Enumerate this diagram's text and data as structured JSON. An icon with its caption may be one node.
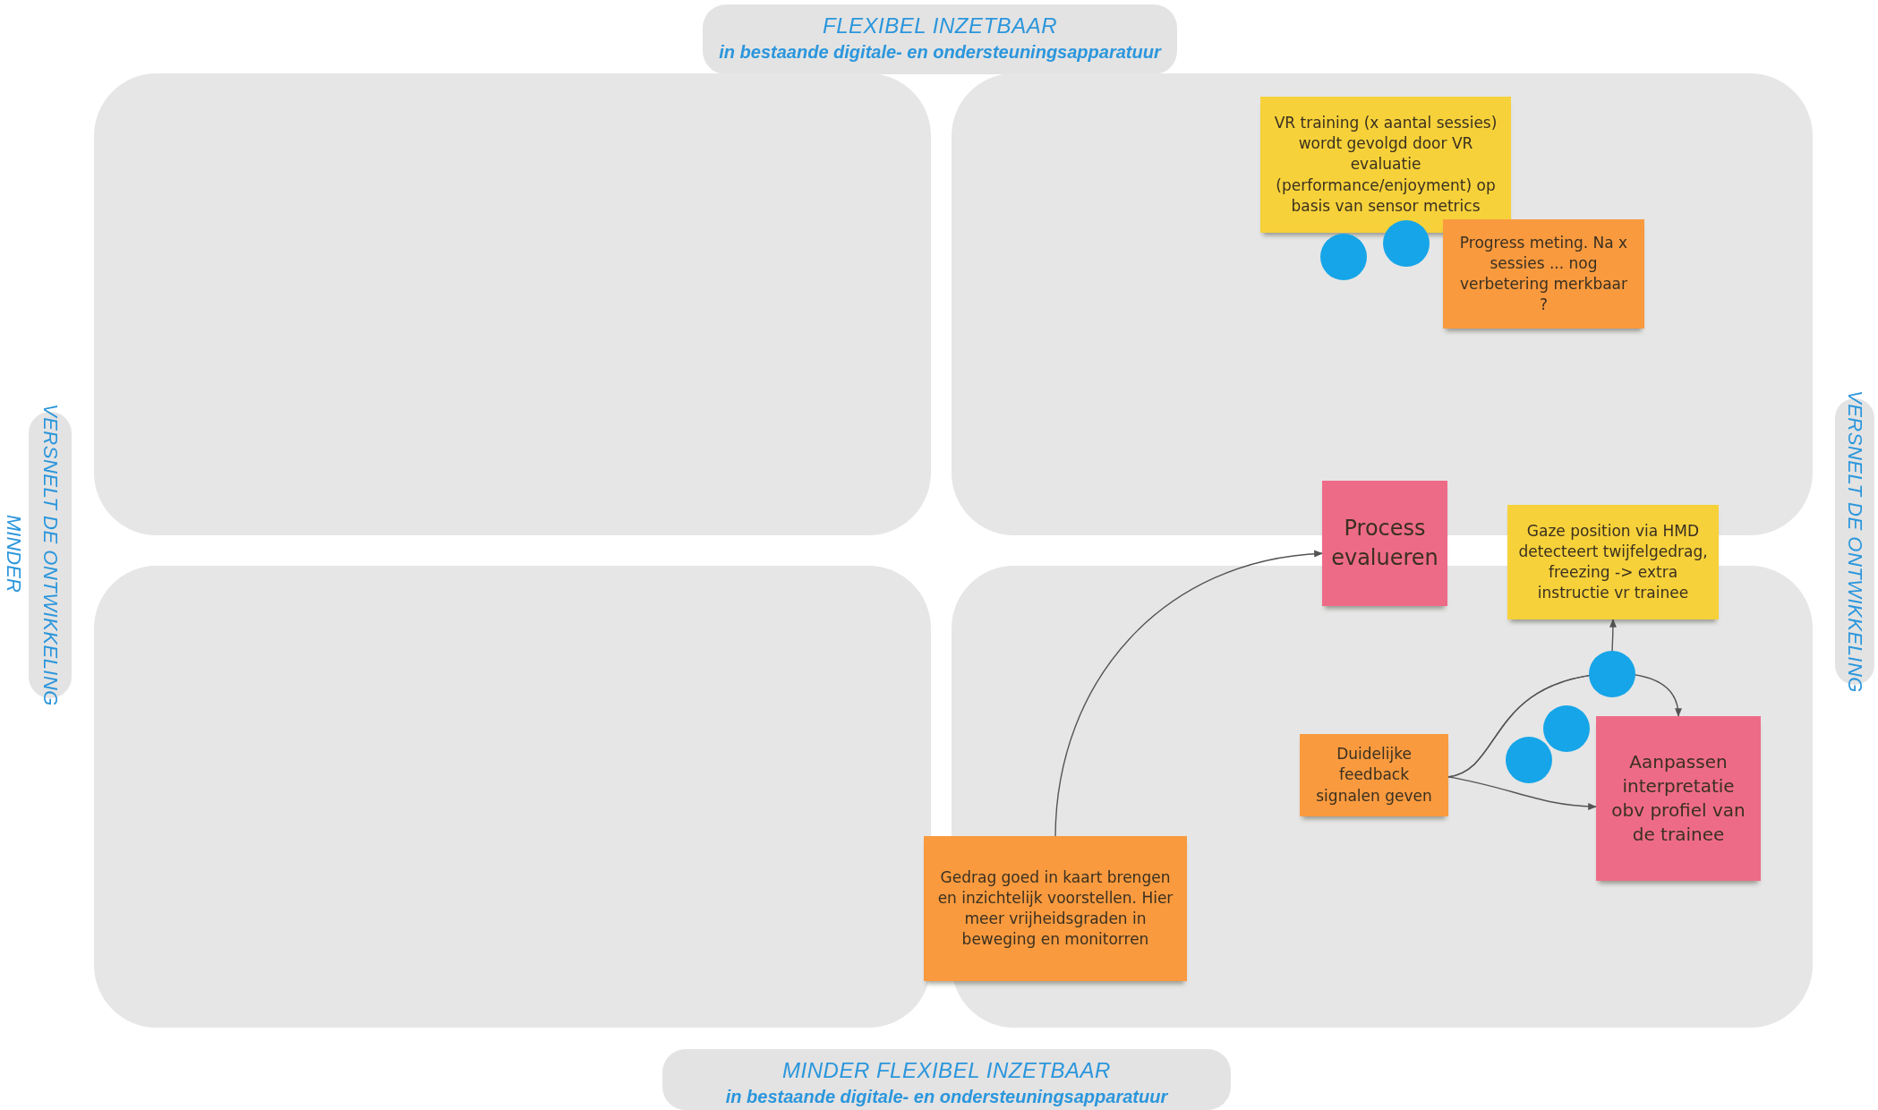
{
  "diagram": {
    "nodes": [
      {
        "text": [
          "FLEXIBEL INZETBAAR",
          "in bestaande digitale- en ondersteuningsapparatuur"
        ]
      },
      {
        "text": [
          "VERSNELT DE ONTWIKKELING"
        ],
        "beside": [
          "MINDER"
        ]
      },
      {
        "text": [
          "VERSNELT DE ONTWIKKELING"
        ]
      },
      {
        "text": [
          "MINDER FLEXIBEL INZETBAAR",
          "in bestaande digitale- en ondersteuningsapparatuur"
        ]
      },
      {
        "text": [],
        "shape": "box"
      },
      {
        "text": [],
        "shape": "box"
      },
      {
        "text": [],
        "shape": "box"
      },
      {
        "text": [],
        "shape": "box"
      },
      {
        "text": [
          "VR training (x aantal sessies) wordt gevolgd door VR evaluatie (performance/enjoyment) op basis van sensor metrics"
        ],
        "in": 5
      },
      {
        "text": [
          "Progress meting. Na x sessies ... nog verbetering merkbaar ?"
        ],
        "in": 5
      },
      {
        "text": [
          "Process evalueren"
        ]
      },
      {
        "text": [
          "Gaze position via HMD detecteert twijfelgedrag, freezing -> extra instructie vr trainee"
        ]
      },
      {
        "text": [
          "Duidelijke feedback signalen geven"
        ],
        "in": 7
      },
      {
        "text": [
          "Aanpassen interpretatie obv profiel van de trainee"
        ],
        "in": 7
      },
      {
        "text": [
          "Gedrag goed in kaart brengen en inzichtelijk voorstellen. Hier meer vrijheidsgraden in beweging en  monitorren"
        ]
      }
    ],
    "edges": [
      {
        "from": 14,
        "to": 10,
        "arrow": "to"
      },
      {
        "from": 12,
        "to": 11,
        "arrow": "to"
      },
      {
        "from": 12,
        "to": 13,
        "arrow": "to"
      },
      {
        "from": 12,
        "to": 13,
        "arrow": "to"
      }
    ]
  }
}
